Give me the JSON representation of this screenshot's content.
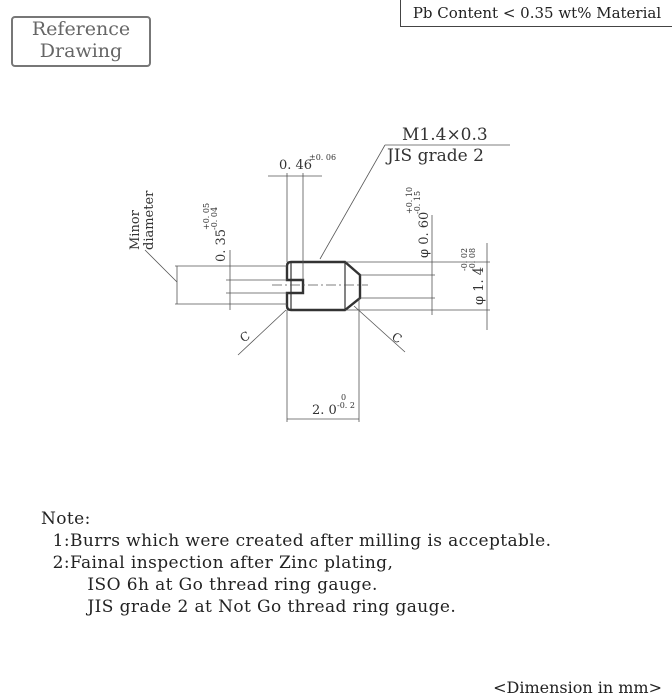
{
  "reference_label": [
    "Reference",
    "Drawing"
  ],
  "material_note": "Pb Content < 0.35 wt% Material",
  "drawing": {
    "thread_spec": "M1.4×0.3",
    "thread_grade": "JIS grade 2",
    "slot_width": {
      "value": "0. 46",
      "tol": "±0. 06"
    },
    "slot_depth": {
      "value": "0. 35",
      "tol_upper": "+0. 05",
      "tol_lower": "-0. 04"
    },
    "minor_diameter_label": [
      "Minor",
      "diameter"
    ],
    "point_diameter": {
      "value": "φ 0. 60",
      "tol_upper": "+0. 10",
      "tol_lower": "-0. 15"
    },
    "major_diameter": {
      "value": "φ 1. 4",
      "tol_upper": "-0. 02",
      "tol_lower": "-0. 08"
    },
    "length": {
      "value": "2. 0",
      "tol_upper": "0",
      "tol_lower": "-0. 2"
    },
    "chamfer_left": "C",
    "chamfer_right": "C"
  },
  "notes": {
    "title": "Note:",
    "lines": [
      "  1:Burrs which were created after milling is acceptable.",
      "  2:Fainal inspection after Zinc plating,",
      "        ISO 6h at Go thread ring gauge.",
      "        JIS grade 2 at Not Go thread ring gauge."
    ]
  },
  "dimension_unit": "<Dimension in mm>"
}
